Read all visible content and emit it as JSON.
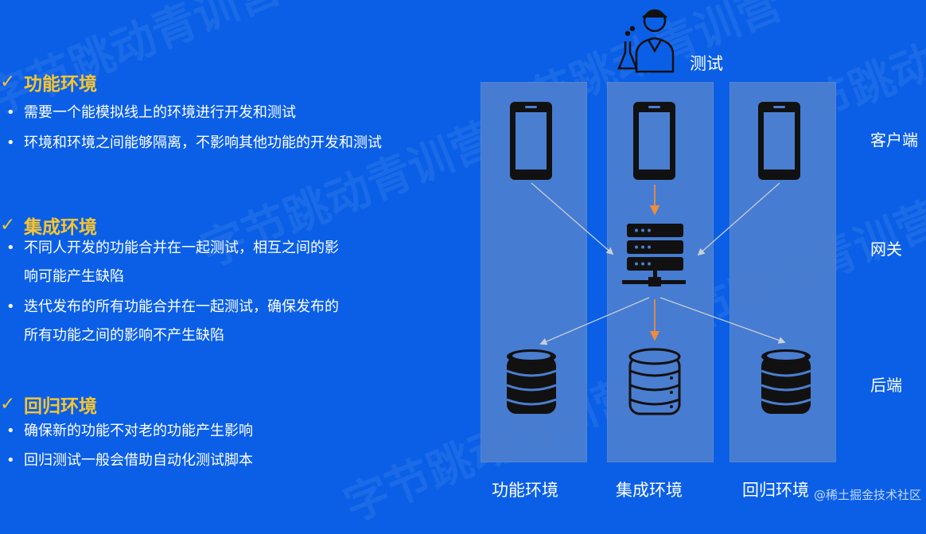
{
  "watermark": "字节跳动青训营",
  "sections": [
    {
      "title": "功能环境",
      "bullets": [
        {
          "lines": [
            "需要一个能模拟线上的环境进行开发和测试"
          ]
        },
        {
          "lines": [
            "环境和环境之间能够隔离，不影响其他功能的开发和测试"
          ]
        }
      ]
    },
    {
      "title": "集成环境",
      "bullets": [
        {
          "lines": [
            "不同人开发的功能合并在一起测试，相互之间的影",
            "响可能产生缺陷"
          ]
        },
        {
          "lines": [
            "迭代发布的所有功能合并在一起测试，确保发布的",
            "所有功能之间的影响不产生缺陷"
          ]
        }
      ]
    },
    {
      "title": "回归环境",
      "bullets": [
        {
          "lines": [
            "确保新的功能不对老的功能产生影响"
          ]
        },
        {
          "lines": [
            "回归测试一般会借助自动化测试脚本"
          ]
        }
      ]
    }
  ],
  "diagram": {
    "tester_label": "测试",
    "tiers": [
      "客户端",
      "网关",
      "后端"
    ],
    "environments": [
      "功能环境",
      "集成环境",
      "回归环境"
    ],
    "icons": [
      "person-scientist-icon",
      "phone-icon",
      "server-icon",
      "database-icon"
    ],
    "colors": {
      "background": "#0a5fe6",
      "column": "#4a7ed0",
      "accent_arrow": "#f08a3c",
      "grey_arrow": "#c8cfd8",
      "heading": "#f7c531"
    }
  },
  "credit": "@稀土掘金技术社区"
}
